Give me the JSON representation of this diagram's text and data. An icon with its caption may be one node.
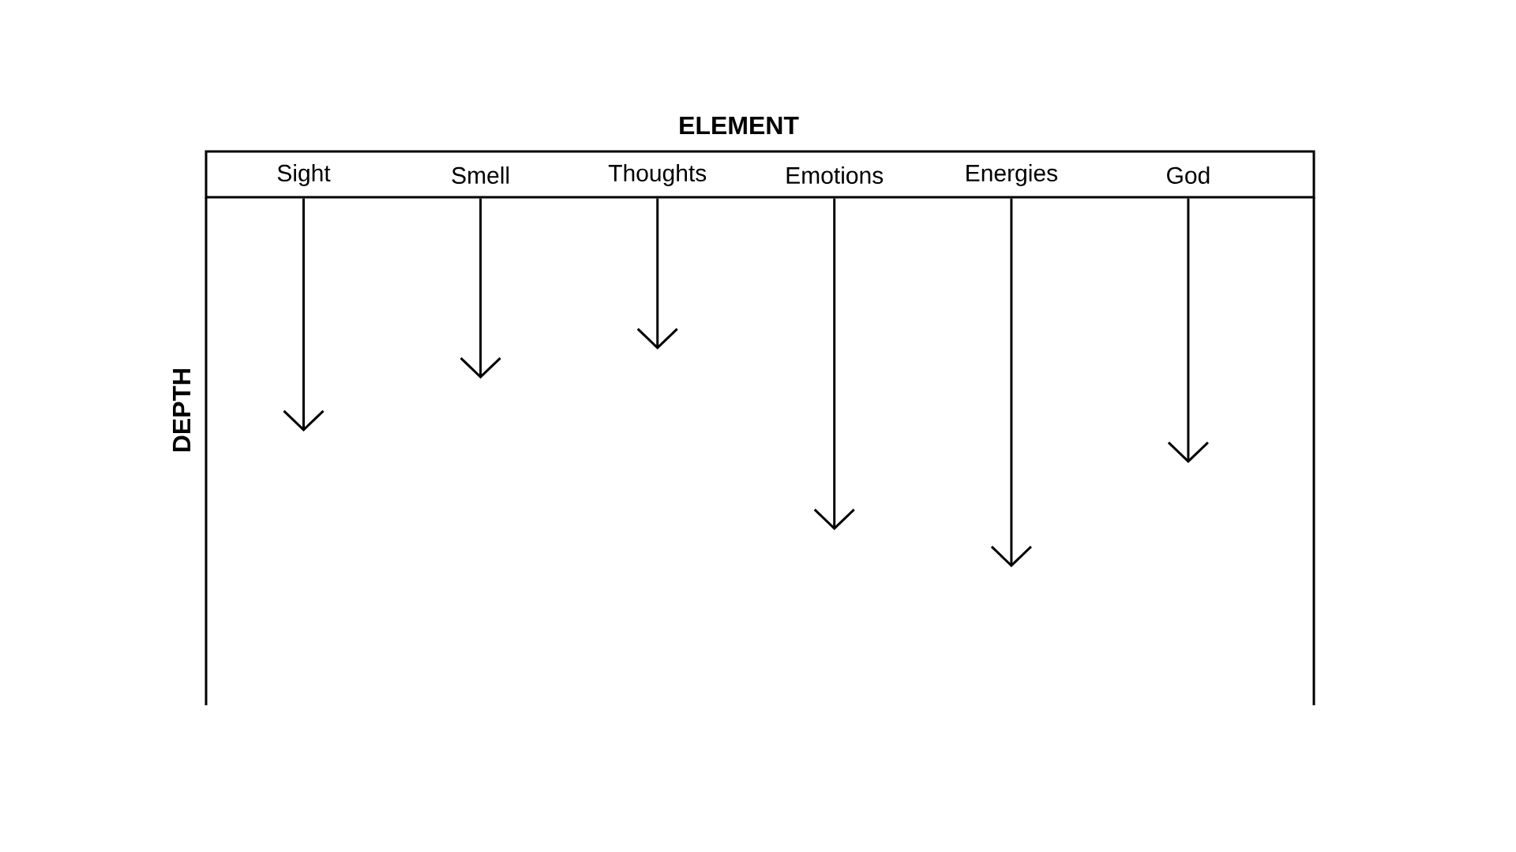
{
  "diagram": {
    "title": "ELEMENT",
    "nodes": [
      {
        "text": [
          "Sight"
        ]
      },
      {
        "text": [
          "Smell"
        ]
      },
      {
        "text": [
          "Thoughts"
        ]
      },
      {
        "text": [
          "Emotions"
        ]
      },
      {
        "text": [
          "Energies"
        ]
      },
      {
        "text": [
          "God"
        ]
      }
    ],
    "edges": [
      {
        "from": 0,
        "to": null,
        "arrow": "to"
      },
      {
        "from": 1,
        "to": null,
        "arrow": "to"
      },
      {
        "from": 2,
        "to": null,
        "arrow": "to"
      },
      {
        "from": 3,
        "to": null,
        "arrow": "to"
      },
      {
        "from": 4,
        "to": null,
        "arrow": "to"
      },
      {
        "from": 5,
        "to": null,
        "arrow": "to"
      }
    ],
    "labels": [
      "DEPTH"
    ]
  }
}
